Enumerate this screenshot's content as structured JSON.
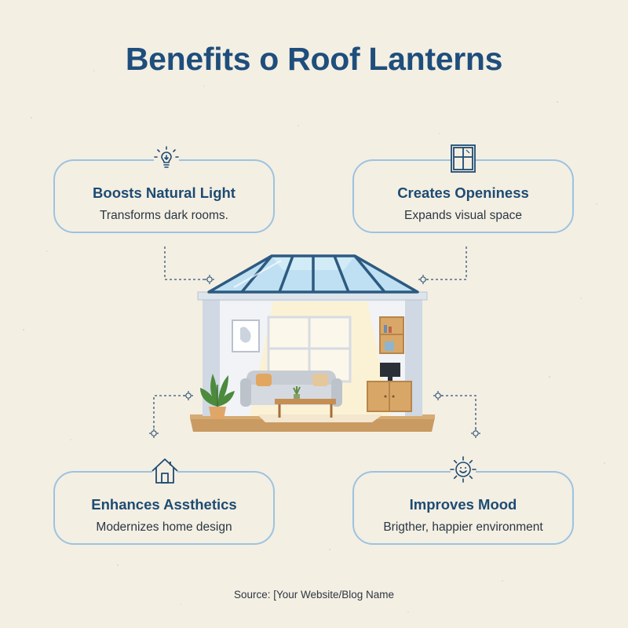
{
  "title": "Benefits o Roof Lanterns",
  "cards": [
    {
      "title": "Boosts Natural Light",
      "description": "Transforms dark rooms.",
      "icon": "lightbulb-icon"
    },
    {
      "title": "Creates Openiness",
      "description": "Expands visual space",
      "icon": "window-icon"
    },
    {
      "title": "Enhances Assthetics",
      "description": "Modernizes home design",
      "icon": "house-icon"
    },
    {
      "title": "Improves Mood",
      "description": "Brigther, happier environment",
      "icon": "smiling-sun-icon"
    }
  ],
  "center_illustration": "living-room-with-roof-lantern",
  "source": "Source: [Your Website/Blog Name",
  "colors": {
    "background": "#f4efe3",
    "title": "#1e4e7c",
    "card_border": "#9cc3e0",
    "card_title": "#1d4b73",
    "connector": "#2f5577",
    "roof_frame": "#2d5a80",
    "glass": "#bfe0f2"
  }
}
